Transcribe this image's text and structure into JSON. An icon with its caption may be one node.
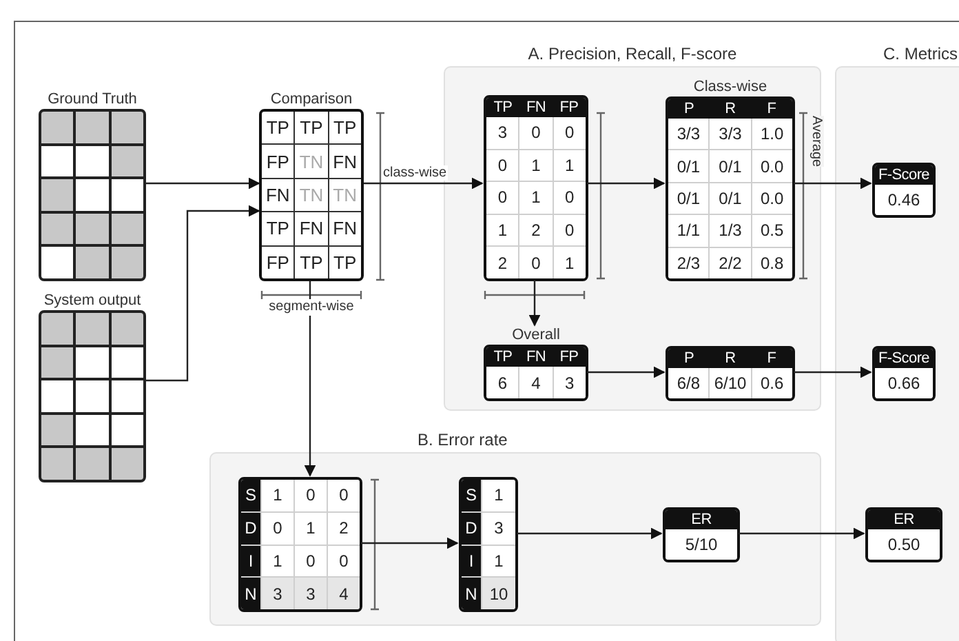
{
  "diagram": {
    "nodes": [
      {
        "text": [
          "Ground Truth"
        ]
      },
      {
        "text": [
          "System output"
        ]
      },
      {
        "text": [
          "Comparison",
          "TP",
          "TP",
          "TP",
          "FP",
          "TN",
          "FN",
          "FN",
          "TN",
          "TN",
          "TP",
          "FN",
          "FN",
          "FP",
          "TP",
          "TP"
        ]
      },
      {
        "text": [
          "A. Precision, Recall, F-score"
        ]
      },
      {
        "text": [
          "TP",
          "FN",
          "FP",
          "3",
          "0",
          "0",
          "0",
          "1",
          "1",
          "0",
          "1",
          "0",
          "1",
          "2",
          "0",
          "2",
          "0",
          "1"
        ],
        "in": 3
      },
      {
        "text": [
          "Class-wise",
          "P",
          "R",
          "F",
          "3/3",
          "3/3",
          "1.0",
          "0/1",
          "0/1",
          "0.0",
          "0/1",
          "0/1",
          "0.0",
          "1/1",
          "1/3",
          "0.5",
          "2/3",
          "2/2",
          "0.8"
        ],
        "in": 3
      },
      {
        "text": [
          "Overall",
          "TP",
          "FN",
          "FP",
          "6",
          "4",
          "3"
        ],
        "in": 3
      },
      {
        "text": [
          "P",
          "R",
          "F",
          "6/8",
          "6/10",
          "0.6"
        ],
        "in": 3
      },
      {
        "text": [
          "C. Metrics"
        ]
      },
      {
        "text": [
          "F-Score",
          "0.46"
        ],
        "in": 8
      },
      {
        "text": [
          "F-Score",
          "0.66"
        ],
        "in": 8
      },
      {
        "text": [
          "ER",
          "0.50"
        ],
        "in": 8
      },
      {
        "text": [
          "B. Error rate"
        ]
      },
      {
        "text": [
          "S",
          "1",
          "0",
          "0",
          "D",
          "0",
          "1",
          "2",
          "I",
          "1",
          "0",
          "0",
          "N",
          "3",
          "3",
          "4"
        ],
        "in": 12
      },
      {
        "text": [
          "S",
          "1",
          "D",
          "3",
          "I",
          "1",
          "N",
          "10"
        ],
        "in": 12
      },
      {
        "text": [
          "ER",
          "5/10"
        ],
        "in": 12
      }
    ],
    "edges": [
      {
        "from": 0,
        "to": 2,
        "arrow": "to"
      },
      {
        "from": 1,
        "to": 2,
        "arrow": "to"
      },
      {
        "from": 2,
        "to": 4,
        "arrow": "to",
        "label": "class-wise"
      },
      {
        "from": 2,
        "to": 13,
        "arrow": "to"
      },
      {
        "from": 4,
        "to": 5,
        "arrow": "to"
      },
      {
        "from": 4,
        "to": 6,
        "arrow": "to"
      },
      {
        "from": 5,
        "to": 9,
        "arrow": "to"
      },
      {
        "from": 6,
        "to": 7,
        "arrow": "to"
      },
      {
        "from": 7,
        "to": 10,
        "arrow": "to"
      },
      {
        "from": 13,
        "to": 14,
        "arrow": "to"
      },
      {
        "from": 14,
        "to": 15,
        "arrow": "to"
      },
      {
        "from": 15,
        "to": 11,
        "arrow": "to"
      }
    ],
    "labels": [
      "segment-wise",
      "Average"
    ]
  }
}
